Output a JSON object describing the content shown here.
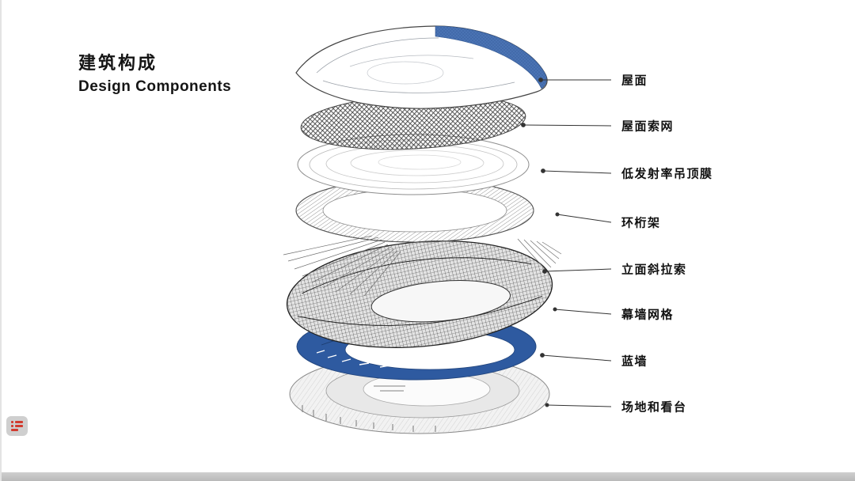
{
  "slide": {
    "title_zh": "建筑构成",
    "title_en": "Design Components"
  },
  "diagram": {
    "type": "exploded-axonometric",
    "subject": "stadium building composition layers",
    "layers": [
      {
        "label": "屋面"
      },
      {
        "label": "屋面索网"
      },
      {
        "label": "低发射率吊顶膜"
      },
      {
        "label": "环桁架"
      },
      {
        "label": "立面斜拉索"
      },
      {
        "label": "幕墙网格"
      },
      {
        "label": "蓝墙"
      },
      {
        "label": "场地和看台"
      }
    ],
    "colors": {
      "roof_blue": "#4a73b3",
      "blue_wall": "#2e5aa0",
      "line_dark": "#333333"
    }
  },
  "icons": {
    "annotation_menu": "menu-lines-icon"
  }
}
